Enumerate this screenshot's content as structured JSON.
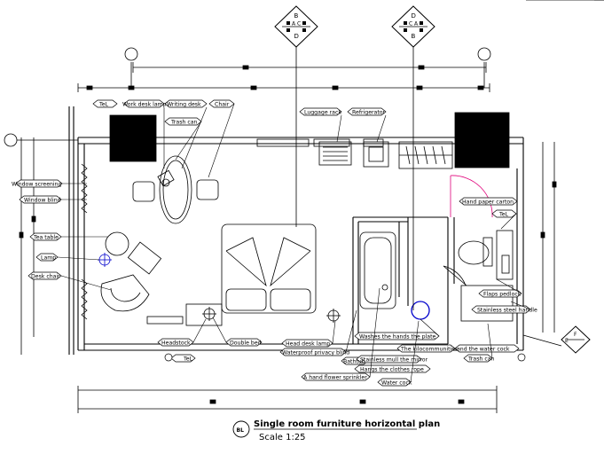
{
  "drawing": {
    "title": "Single room furniture horizontal plan",
    "scale": "Scale 1:25",
    "badge": "BL"
  },
  "section_marks": {
    "left_top": {
      "top": "B",
      "left": "A",
      "right": "C",
      "bottom": "D"
    },
    "right_top": {
      "top": "D",
      "left": "C",
      "right": "A",
      "bottom": "B"
    },
    "right_side": {
      "top": "F",
      "left": "E"
    }
  },
  "labels": {
    "tel_top": "TeL",
    "work_desk_lamp": "Work desk lamp",
    "writing_desk": "Writing desk",
    "chair": "Chair",
    "trash_can_top": "Trash can",
    "luggage_rack": "Luggage rack",
    "refrigerator": "Refrigerator",
    "window_screening": "Window screening",
    "window_blind": "Window blind",
    "tea_table": "Tea table",
    "lamp": "Lamp",
    "desk_chair": "Desk chair",
    "hand_paper_carton": "Hand paper carton",
    "tel_right": "TeL",
    "flaps_pedlock": "Flaps pedlock",
    "stainless_steel_handle": "Stainless steel handle",
    "headstock": "Headstock",
    "double_bed": "Double bed",
    "head_desk_lamp": "Head desk lamp",
    "waterproof_privacy_blind": "Waterproof privacy blind",
    "tel_bottom": "TeL",
    "washes_hands_plate": "Washes the hands the plate",
    "bathtub": "Bathtub",
    "stainless_mull_mirror": "Stainless mull the mirror",
    "hangs_clothes_rope": "Hangs the clothes rope",
    "a_hand_flower_sprinkler": "A hand flower sprinkler",
    "water_cock": "Water cock",
    "the_kilocommunities": "The kilocommunities",
    "and_the_water_cock": "and the water cock",
    "trash_can_bottom": "Trash can"
  }
}
